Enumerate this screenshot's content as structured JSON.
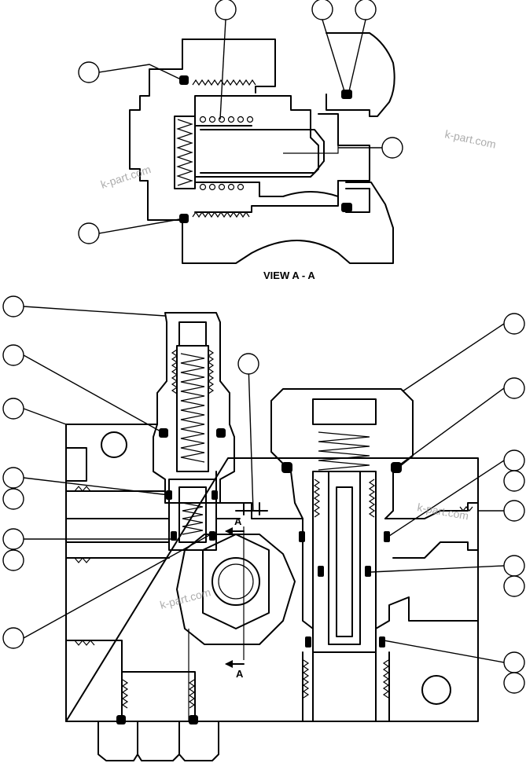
{
  "view_label": "VIEW A - A",
  "section_marker": "A",
  "watermark": "k-part.com",
  "colors": {
    "line": "#000000",
    "watermark": "#8a8a8a",
    "background": "#ffffff"
  }
}
